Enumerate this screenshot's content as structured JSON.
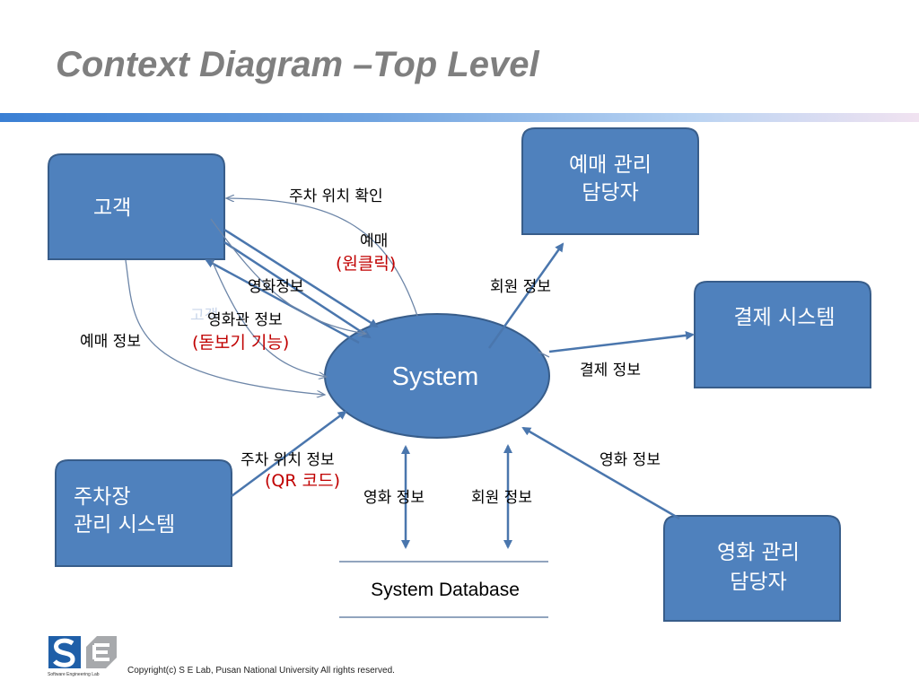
{
  "title": "Context Diagram –Top Level",
  "entities": {
    "customer": "고객",
    "booking_manager": [
      "예매 관리",
      "담당자"
    ],
    "payment_system": "결제 시스템",
    "parking_system": [
      "주차장",
      "관리 시스템"
    ],
    "movie_manager": [
      "영화 관리",
      "담당자"
    ]
  },
  "process": "System",
  "datastore": "System Database",
  "flows": {
    "parking_location_check": "주차 위치 확인",
    "booking": "예매",
    "one_click": "(원클릭)",
    "movie_info": "영화정보",
    "theater_info": "영화관 정보",
    "theater_info_overlay": "고객",
    "magnifier": "(돋보기 기능)",
    "booking_info": "예매 정보",
    "member_info": "회원 정보",
    "payment_info": "결제 정보",
    "parking_location_info": "주차 위치 정보",
    "qr_code": "(QR 코드)",
    "db_movie_info": "영화 정보",
    "db_member_info": "회원 정보",
    "movie_info_from_manager": "영화 정보"
  },
  "colors": {
    "box_fill": "#4f81bd",
    "box_stroke": "#385d8a",
    "arrow": "#4a76ad",
    "thin_line": "#6d86a8",
    "accent_red": "#c00000",
    "title": "#7f7f7f"
  },
  "footer": {
    "copyright": "Copyright(c) S E Lab, Pusan National University All rights reserved.",
    "logo_caption": "Software Engineering Lab"
  }
}
